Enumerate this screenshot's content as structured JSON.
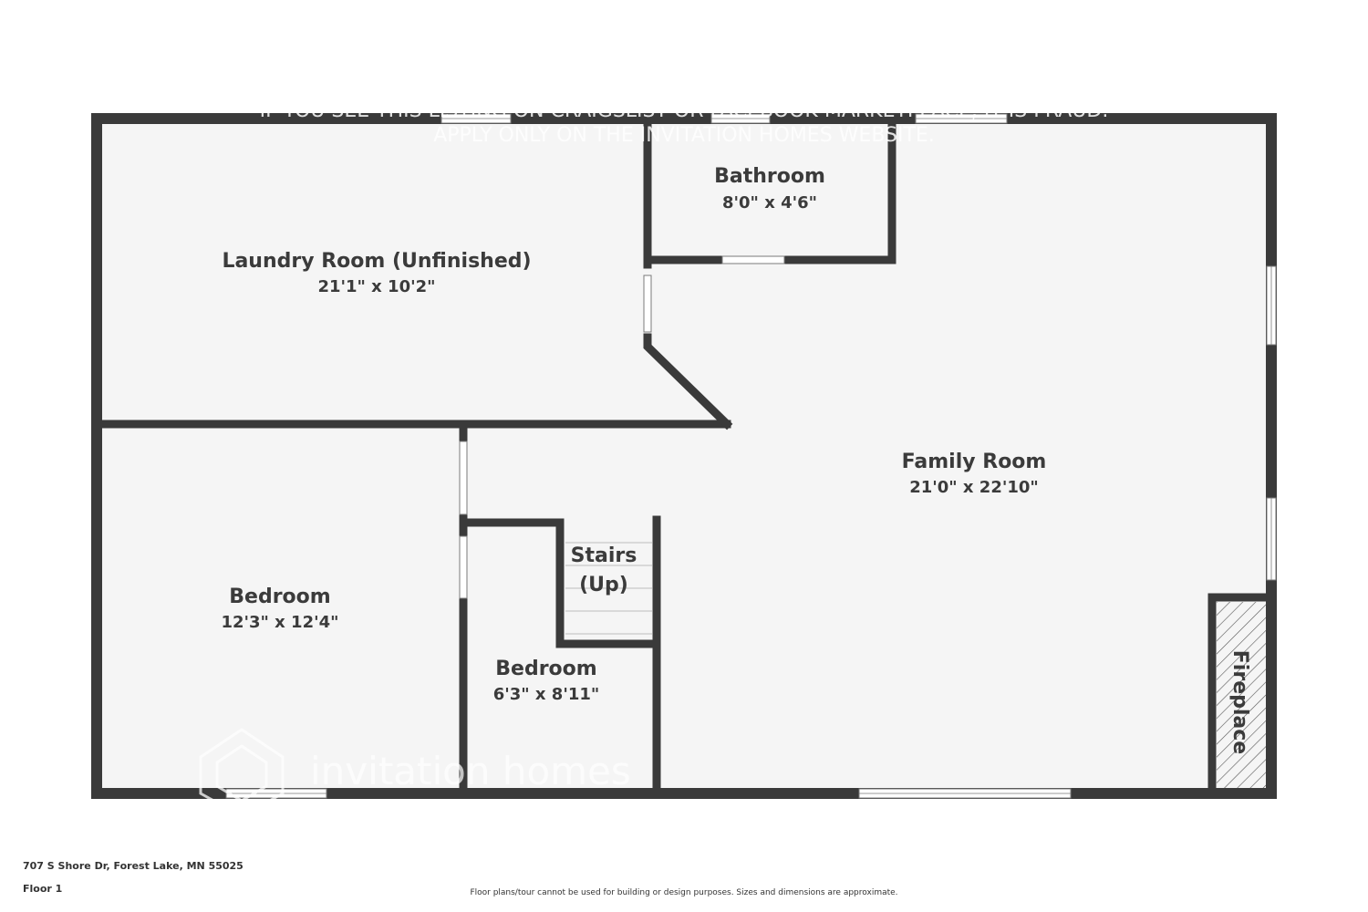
{
  "watermark": {
    "line1": "IF YOU SEE THIS LISTING ON CRAIGSLIST OR FACEBOOK MARKETPLACE, IT IS FRAUD.",
    "line2": "APPLY ONLY ON THE INVITATION HOMES WEBSITE.",
    "logo_text": "invitation homes"
  },
  "rooms": {
    "laundry": {
      "name": "Laundry Room (Unfinished)",
      "dims": "21'1\" x 10'2\""
    },
    "bathroom": {
      "name": "Bathroom",
      "dims": "8'0\" x 4'6\""
    },
    "family": {
      "name": "Family Room",
      "dims": "21'0\" x 22'10\""
    },
    "bedroom1": {
      "name": "Bedroom",
      "dims": "12'3\" x 12'4\""
    },
    "bedroom2": {
      "name": "Bedroom",
      "dims": "6'3\" x 8'11\""
    },
    "stairs": {
      "line1": "Stairs",
      "line2": "(Up)"
    },
    "fireplace": {
      "name": "Fireplace"
    }
  },
  "footer": {
    "address": "707 S Shore Dr, Forest Lake, MN 55025",
    "floor": "Floor 1",
    "disclaimer": "Floor plans/tour cannot be used for building or design purposes. Sizes and dimensions are approximate."
  },
  "colors": {
    "wall": "#3a3a3a",
    "floor": "#f5f5f5",
    "text": "#3b3b3b"
  }
}
